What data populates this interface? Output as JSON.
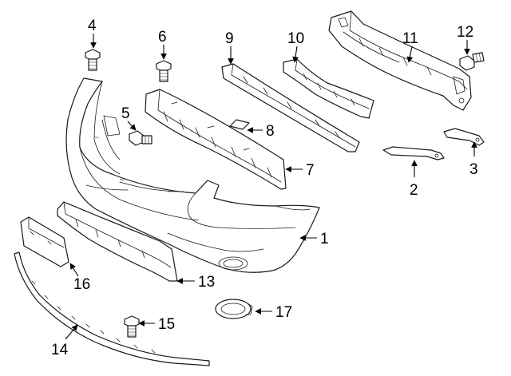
{
  "callouts": [
    "1",
    "2",
    "3",
    "4",
    "5",
    "6",
    "7",
    "8",
    "9",
    "10",
    "11",
    "12",
    "13",
    "14",
    "15",
    "16",
    "17"
  ],
  "colors": {
    "line": "#1a1a1a",
    "background": "#ffffff"
  }
}
